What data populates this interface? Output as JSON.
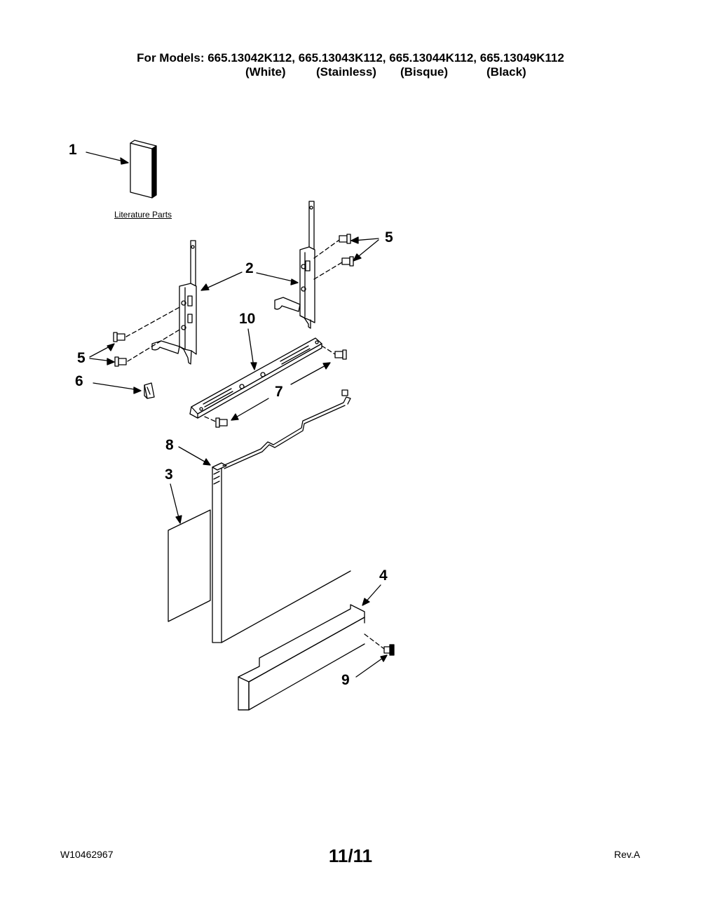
{
  "header": {
    "models_line": "For Models: 665.13042K112, 665.13043K112, 665.13044K112, 665.13049K112",
    "colors": [
      "(White)",
      "(Stainless)",
      "(Bisque)",
      "(Black)"
    ]
  },
  "literature_label": "Literature Parts",
  "callouts": [
    "1",
    "2",
    "5",
    "5",
    "10",
    "6",
    "7",
    "8",
    "3",
    "4",
    "9"
  ],
  "footer": {
    "doc_number": "W10462967",
    "page": "11/11",
    "revision": "Rev.A"
  }
}
